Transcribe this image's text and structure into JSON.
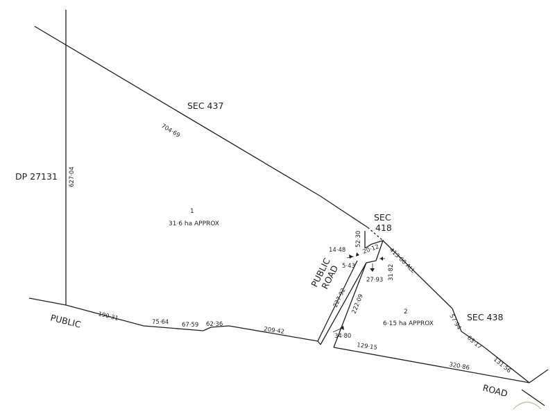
{
  "labels": {
    "sec_437": "SEC 437",
    "sec_418_line1": "SEC",
    "sec_418_line2": "418",
    "sec_438": "SEC 438",
    "dp": "DP 27131",
    "public_left": "PUBLIC",
    "road_right": "ROAD",
    "public_road_line1": "PUBLIC",
    "public_road_line2": "ROAD"
  },
  "lots": {
    "lot1_number": "1",
    "lot1_area": "31·6 ha APPROX",
    "lot2_number": "2",
    "lot2_area": "6·15 ha APPROX"
  },
  "dimensions": {
    "d704_69": "704·69",
    "d627_04": "627·04",
    "d190_31": "190·31",
    "d75_64": "75·64",
    "d67_59": "67·59",
    "d62_36": "62·36",
    "d209_42": "209·42",
    "d52_30": "52·30",
    "d14_48": "14·48",
    "d5_43": "5·43",
    "d20_12": "20·12",
    "d27_93": "27·93",
    "d31_82": "31·82",
    "d413_00": "413·00 ALL",
    "d227_92": "227·92",
    "d222_09": "222·09",
    "d34_80": "34·80",
    "d129_15": "129·15",
    "d320_86": "320·86",
    "d57_94": "57·94",
    "d63_17": "63·17",
    "d131_56": "131·56"
  }
}
